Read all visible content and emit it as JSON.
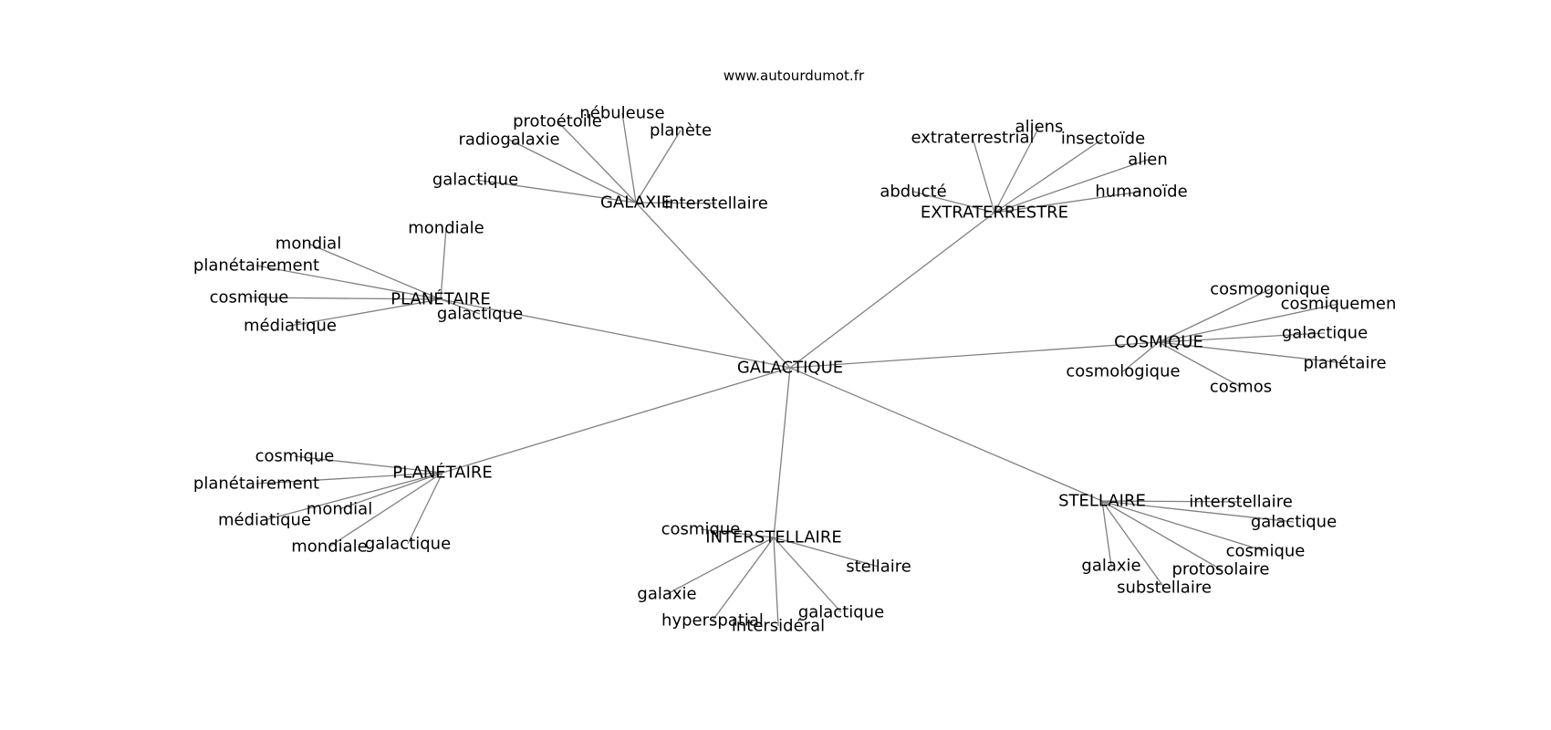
{
  "site": "www.autourdumot.fr",
  "colors": {
    "edge": "#808080",
    "text": "#000000",
    "background": "#ffffff"
  },
  "root": "GALACTIQUE",
  "clusters": [
    {
      "label": "GALAXIE",
      "children": [
        "nébuleuse",
        "protoétoile",
        "radiogalaxie",
        "planète",
        "galactique",
        "interstellaire"
      ]
    },
    {
      "label": "EXTRATERRESTRE",
      "children": [
        "aliens",
        "extraterrestrial",
        "insectoïde",
        "alien",
        "abducté",
        "humanoïde"
      ]
    },
    {
      "label": "PLANÉTAIRE",
      "children": [
        "mondial",
        "planétairement",
        "mondiale",
        "cosmique",
        "médiatique",
        "galactique"
      ]
    },
    {
      "label": "COSMIQUE",
      "children": [
        "cosmogonique",
        "cosmiquemen",
        "galactique",
        "planétaire",
        "cosmologique",
        "cosmos"
      ]
    },
    {
      "label": "PLANÉTAIRE",
      "children": [
        "cosmique",
        "planétairement",
        "médiatique",
        "mondial",
        "mondiale",
        "galactique"
      ]
    },
    {
      "label": "INTERSTELLAIRE",
      "children": [
        "cosmique",
        "stellaire",
        "galaxie",
        "galactique",
        "hyperspatial",
        "intersidéral"
      ]
    },
    {
      "label": "STELLAIRE",
      "children": [
        "interstellaire",
        "galactique",
        "cosmique",
        "protosolaire",
        "galaxie",
        "substellaire"
      ]
    }
  ]
}
